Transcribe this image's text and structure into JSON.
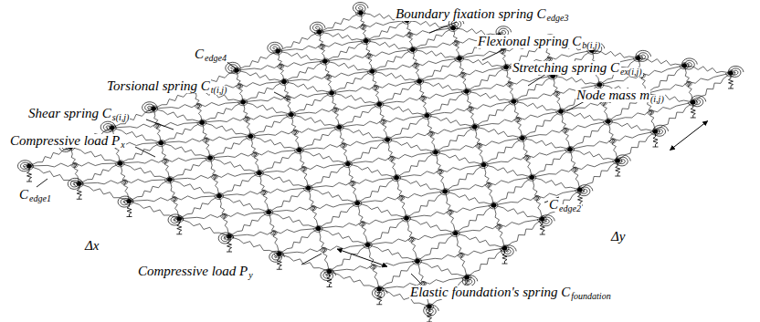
{
  "diagram": {
    "labels": [
      "Boundary fixation spring C",
      "edge3",
      "Flexional spring C",
      "b(i,j)",
      "Stretching spring C",
      "ex(i,j)",
      "Node mass m",
      "(i,j)",
      "C",
      "edge4",
      "Torsional spring C",
      "t(i,j)",
      "Shear spring C",
      "s(i,j)",
      "Compressive load P",
      "x",
      "C",
      "edge1",
      "C",
      "edge2",
      "Δx",
      "Δy",
      "Compressive load P",
      "y",
      "Elastic foundation's spring C",
      "foundation"
    ]
  }
}
